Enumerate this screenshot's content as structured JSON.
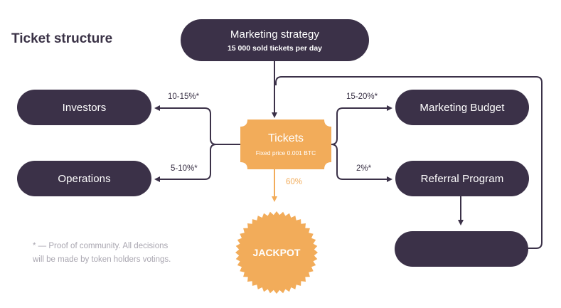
{
  "title": "Ticket structure",
  "nodes": {
    "marketing_strategy": {
      "label": "Marketing strategy",
      "sub": "15 000 sold tickets per day"
    },
    "investors": {
      "label": "Investors"
    },
    "operations": {
      "label": "Operations"
    },
    "tickets": {
      "label": "Tickets",
      "sub": "Fixed price 0.001 BTC"
    },
    "marketing_budget": {
      "label": "Marketing Budget"
    },
    "referral_program": {
      "label": "Referral Program"
    },
    "jackpot": {
      "label": "JACKPOT"
    }
  },
  "edges": {
    "investors_share": "10-15%*",
    "operations_share": "5-10%*",
    "marketing_budget_share": "15-20%*",
    "referral_share": "2%*",
    "jackpot_share": "60%"
  },
  "footnote": {
    "line1": "* — Proof of community. All decisions",
    "line2": "will be made by token holders votings."
  },
  "colors": {
    "node_dark": "#3b3148",
    "accent_orange": "#f2ac5a",
    "text_dark": "#3a3246",
    "note_gray": "#a9a6b0"
  }
}
